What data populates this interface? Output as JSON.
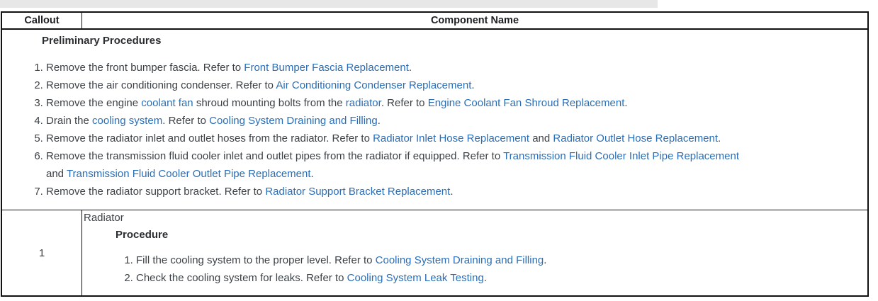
{
  "colors": {
    "top_bar": "#e7e7e7",
    "link_blue": "#2a6eb8",
    "body_text": "#3d4247",
    "border": "#111111"
  },
  "table": {
    "header": {
      "callout": "Callout",
      "component_name": "Component Name"
    },
    "preliminary": {
      "title": "Preliminary Procedures",
      "steps": [
        [
          {
            "t": "Remove the front bumper fascia. Refer to "
          },
          {
            "t": "Front Bumper Fascia Replacement",
            "link": true
          },
          {
            "t": "."
          }
        ],
        [
          {
            "t": "Remove the air conditioning condenser. Refer to "
          },
          {
            "t": "Air Conditioning Condenser Replacement",
            "link": true
          },
          {
            "t": "."
          }
        ],
        [
          {
            "t": "Remove the engine "
          },
          {
            "t": "coolant fan",
            "link": true
          },
          {
            "t": " shroud mounting bolts from the "
          },
          {
            "t": "radiator",
            "link": true
          },
          {
            "t": ". Refer to "
          },
          {
            "t": "Engine Coolant Fan Shroud Replacement",
            "link": true
          },
          {
            "t": "."
          }
        ],
        [
          {
            "t": "Drain the "
          },
          {
            "t": "cooling system",
            "link": true
          },
          {
            "t": ". Refer to "
          },
          {
            "t": "Cooling System Draining and Filling",
            "link": true
          },
          {
            "t": "."
          }
        ],
        [
          {
            "t": "Remove the radiator inlet and outlet hoses from the radiator. Refer to "
          },
          {
            "t": "Radiator Inlet Hose Replacement",
            "link": true
          },
          {
            "t": " and "
          },
          {
            "t": "Radiator Outlet Hose Replacement",
            "link": true
          },
          {
            "t": "."
          }
        ],
        [
          {
            "t": "Remove the transmission fluid cooler inlet and outlet pipes from the radiator if equipped. Refer to "
          },
          {
            "t": "Transmission Fluid Cooler Inlet Pipe Replacement",
            "link": true
          },
          {
            "br": true
          },
          {
            "t": "and "
          },
          {
            "t": "Transmission Fluid Cooler Outlet Pipe Replacement",
            "link": true
          },
          {
            "t": "."
          }
        ],
        [
          {
            "t": "Remove the radiator support bracket. Refer to "
          },
          {
            "t": "Radiator Support Bracket Replacement",
            "link": true
          },
          {
            "t": "."
          }
        ]
      ]
    },
    "rows": [
      {
        "callout": "1",
        "component": "Radiator",
        "procedure_label": "Procedure",
        "steps": [
          [
            {
              "t": "Fill the cooling system to the proper level. Refer to "
            },
            {
              "t": "Cooling System Draining and Filling",
              "link": true
            },
            {
              "t": "."
            }
          ],
          [
            {
              "t": "Check the cooling system for leaks. Refer to "
            },
            {
              "t": "Cooling System Leak Testing",
              "link": true
            },
            {
              "t": "."
            }
          ]
        ]
      }
    ]
  }
}
